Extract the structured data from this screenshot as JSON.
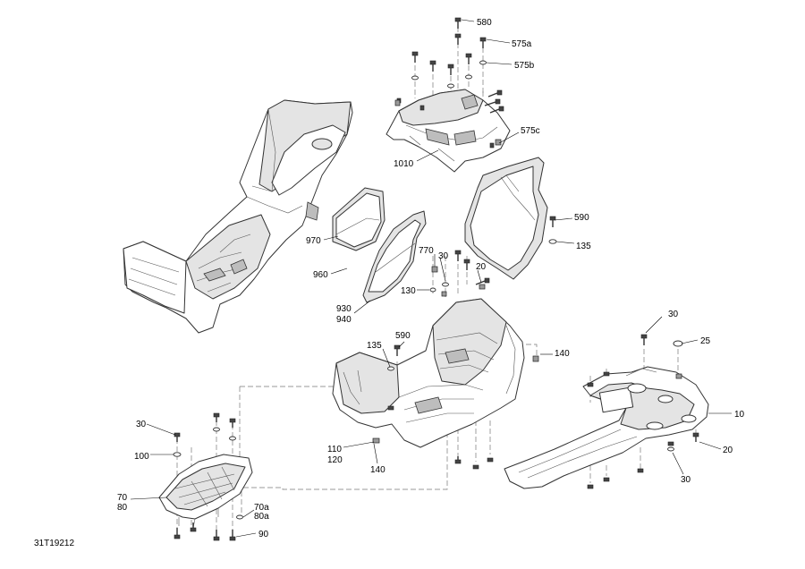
{
  "diagram_id": "31T19212",
  "callouts": {
    "c580": "580",
    "c575a": "575a",
    "c575b": "575b",
    "c575c": "575c",
    "c1010": "1010",
    "c590a": "590",
    "c135a": "135",
    "c970": "970",
    "c960": "960",
    "c770": "770",
    "c30a": "30",
    "c20a": "20",
    "c130": "130",
    "c930": "930",
    "c940": "940",
    "c135b": "135",
    "c590b": "590",
    "c30b": "30",
    "c25": "25",
    "c140a": "140",
    "c10": "10",
    "c20b": "20",
    "c30c": "30",
    "c110": "110",
    "c120": "120",
    "c140b": "140",
    "c30d": "30",
    "c100": "100",
    "c70": "70",
    "c80": "80",
    "c70a": "70a",
    "c80a": "80a",
    "c90": "90"
  }
}
